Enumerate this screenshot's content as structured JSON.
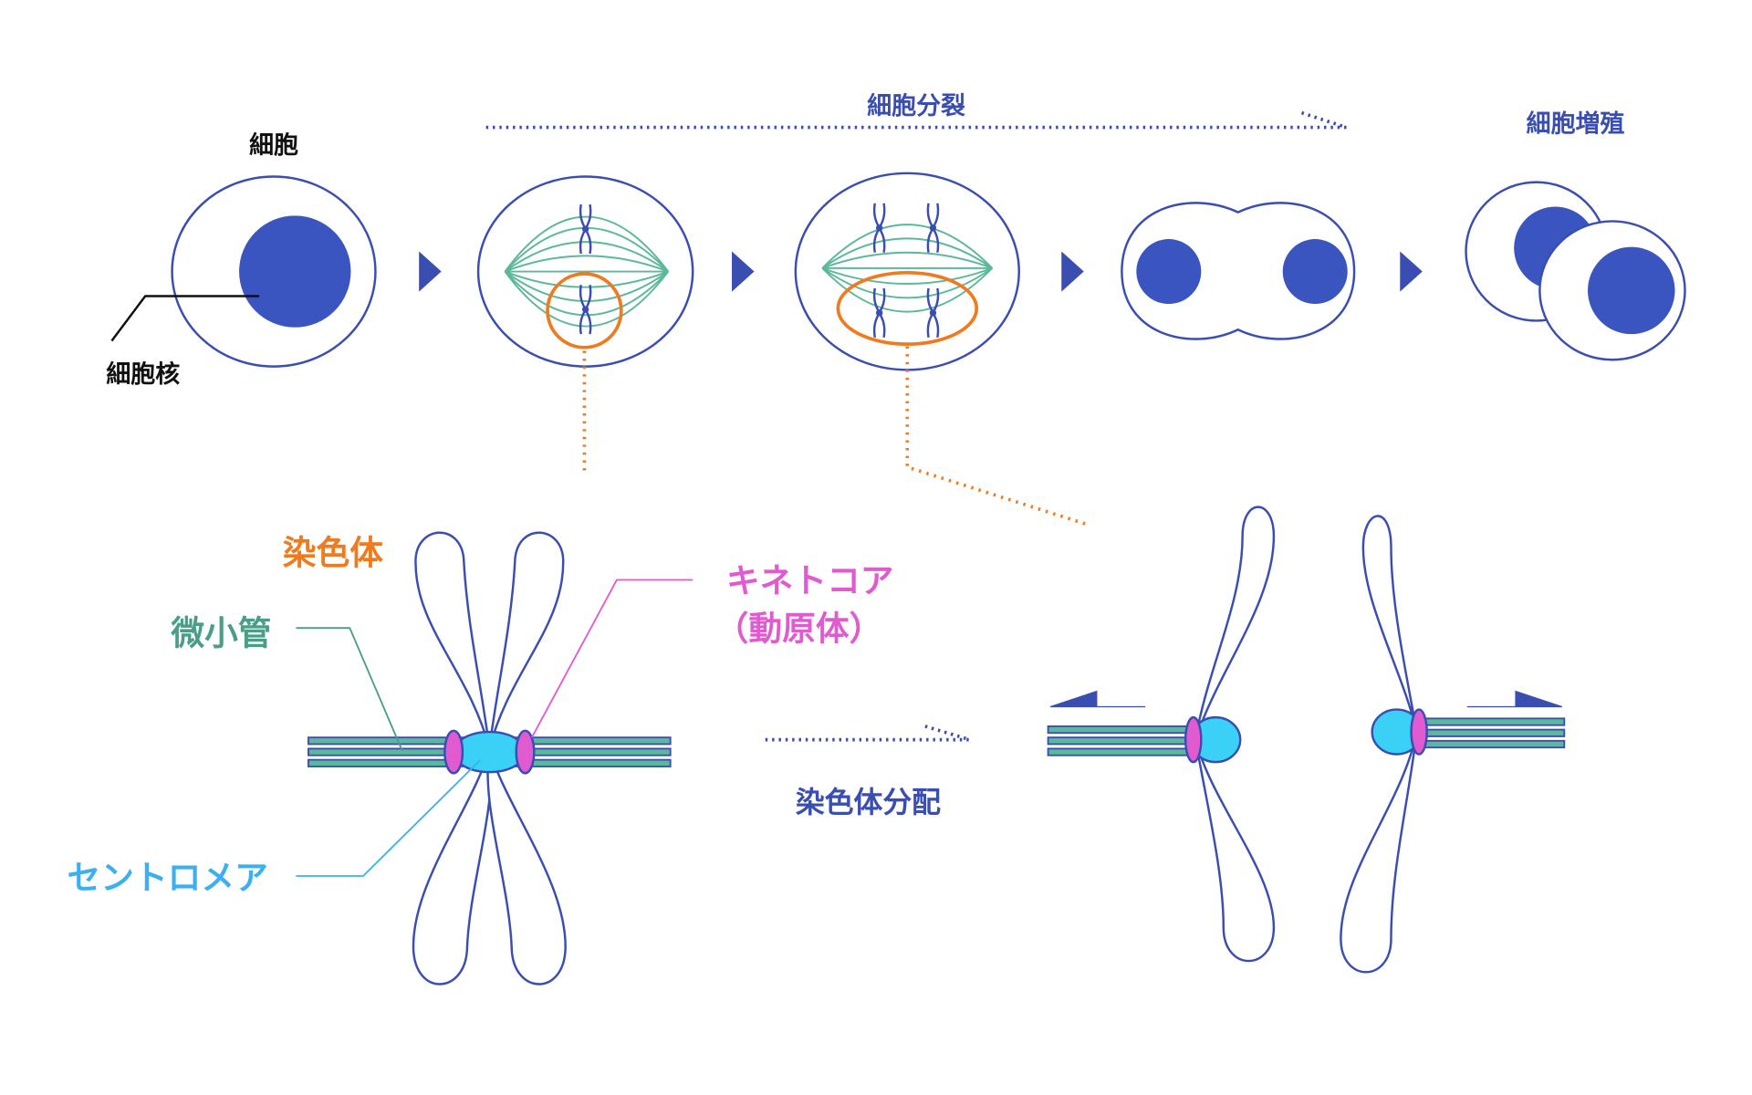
{
  "labels": {
    "cell": "細胞",
    "nucleus": "細胞核",
    "cell_division": "細胞分裂",
    "cell_proliferation": "細胞増殖",
    "chromosome": "染色体",
    "microtubule": "微小管",
    "kinetochore": "キネトコア",
    "kinetochore_alt": "（動原体）",
    "centromere": "セントロメア",
    "chromosome_segregation": "染色体分配"
  },
  "colors": {
    "outline": "#3a4db0",
    "nucleus": "#3b55c0",
    "spindle": "#5cb89a",
    "highlight": "#f07a1e",
    "kinetochore": "#e05ad0",
    "centromere": "#3bd0f5",
    "centromere_label": "#3bb0f0"
  }
}
